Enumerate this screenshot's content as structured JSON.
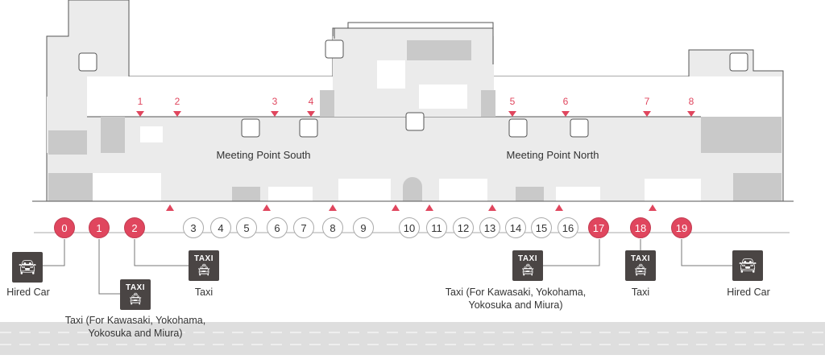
{
  "meeting_points": {
    "south": "Meeting Point South",
    "north": "Meeting Point North"
  },
  "exits": [
    "1",
    "2",
    "3",
    "4",
    "5",
    "6",
    "7",
    "8"
  ],
  "stops": [
    {
      "num": "0",
      "highlight": true
    },
    {
      "num": "1",
      "highlight": true
    },
    {
      "num": "2",
      "highlight": true
    },
    {
      "num": "3",
      "highlight": false
    },
    {
      "num": "4",
      "highlight": false
    },
    {
      "num": "5",
      "highlight": false
    },
    {
      "num": "6",
      "highlight": false
    },
    {
      "num": "7",
      "highlight": false
    },
    {
      "num": "8",
      "highlight": false
    },
    {
      "num": "9",
      "highlight": false
    },
    {
      "num": "10",
      "highlight": false
    },
    {
      "num": "11",
      "highlight": false
    },
    {
      "num": "12",
      "highlight": false
    },
    {
      "num": "13",
      "highlight": false
    },
    {
      "num": "14",
      "highlight": false
    },
    {
      "num": "15",
      "highlight": false
    },
    {
      "num": "16",
      "highlight": false
    },
    {
      "num": "17",
      "highlight": true
    },
    {
      "num": "18",
      "highlight": true
    },
    {
      "num": "19",
      "highlight": true
    }
  ],
  "services": {
    "s0": {
      "icon": "hired-car-icon",
      "label": "Hired Car"
    },
    "s1": {
      "icon": "taxi-icon",
      "badge": "TAXI",
      "label1": "Taxi (For Kawasaki, Yokohama,",
      "label2": "Yokosuka and Miura)"
    },
    "s2": {
      "icon": "taxi-icon",
      "badge": "TAXI",
      "label": "Taxi"
    },
    "s17": {
      "icon": "taxi-icon",
      "badge": "TAXI",
      "label1": "Taxi (For Kawasaki, Yokohama,",
      "label2": "Yokosuka and Miura)"
    },
    "s18": {
      "icon": "taxi-icon",
      "badge": "TAXI",
      "label": "Taxi"
    },
    "s19": {
      "icon": "hired-car-icon",
      "label": "Hired Car"
    }
  },
  "colors": {
    "accent": "#e0465e",
    "icon": "#4a4544",
    "floor": "#ebebeb",
    "block": "#c9c9c9"
  }
}
